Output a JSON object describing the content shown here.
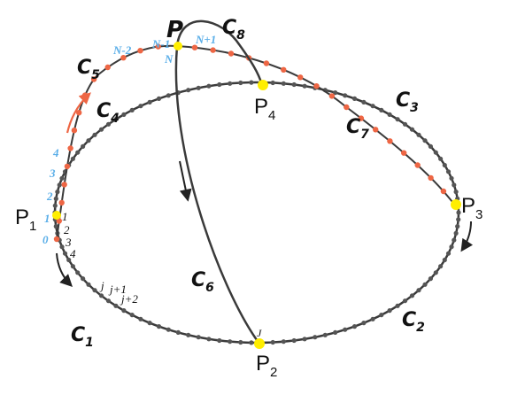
{
  "colors": {
    "curve": "#3a3a3a",
    "dot_black": "#555555",
    "dot_orange": "#ee6644",
    "point_yellow": "#ffee00",
    "label_blue": "#5aaee8",
    "arrow_orange": "#ee6644",
    "text_black": "#111111"
  },
  "points": {
    "p": "P",
    "p1_base": "P",
    "p1_sub": "1",
    "p2_base": "P",
    "p2_sub": "2",
    "p3_base": "P",
    "p3_sub": "3",
    "p4_base": "P",
    "p4_sub": "4"
  },
  "curves": {
    "c1_base": "C",
    "c1_sub": "1",
    "c2_base": "C",
    "c2_sub": "2",
    "c3_base": "C",
    "c3_sub": "3",
    "c4_base": "C",
    "c4_sub": "4",
    "c5_base": "C",
    "c5_sub": "5",
    "c6_base": "C",
    "c6_sub": "6",
    "c7_base": "C",
    "c7_sub": "7",
    "c8_base": "C",
    "c8_sub": "8"
  },
  "blue_indices": {
    "i0": "0",
    "i1": "1",
    "i2": "2",
    "i3": "3",
    "i4": "4",
    "n_minus_2": "N-2",
    "n_minus_1": "N-1",
    "n": "N",
    "n_plus_1": "N+1"
  },
  "black_indices": {
    "i1": "1",
    "i2": "2",
    "i3": "3",
    "i4": "4",
    "j": "j",
    "j_plus_1": "j+1",
    "j_plus_2": "j+2",
    "j_bottom": "J"
  }
}
